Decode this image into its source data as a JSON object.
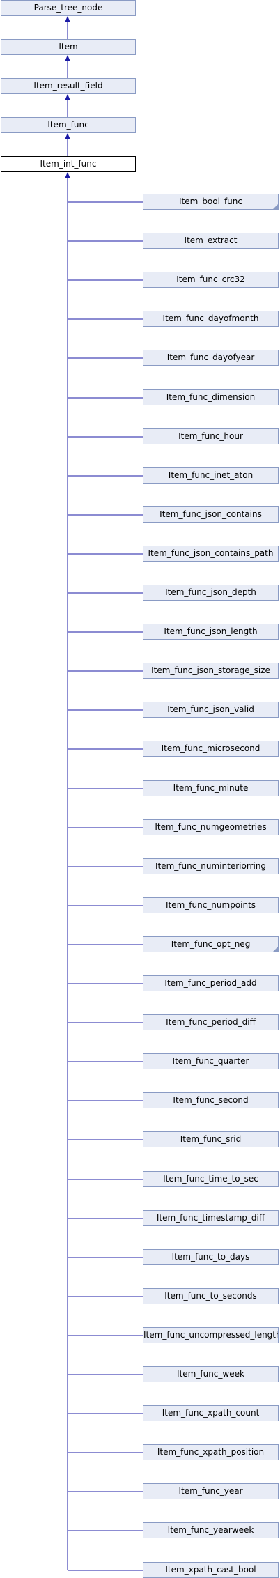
{
  "ancestors": [
    "Parse_tree_node",
    "Item",
    "Item_result_field",
    "Item_func"
  ],
  "focus": "Item_int_func",
  "children": [
    {
      "name": "Item_bool_func",
      "has_more": true
    },
    {
      "name": "Item_extract",
      "has_more": false
    },
    {
      "name": "Item_func_crc32",
      "has_more": false
    },
    {
      "name": "Item_func_dayofmonth",
      "has_more": false
    },
    {
      "name": "Item_func_dayofyear",
      "has_more": false
    },
    {
      "name": "Item_func_dimension",
      "has_more": false
    },
    {
      "name": "Item_func_hour",
      "has_more": false
    },
    {
      "name": "Item_func_inet_aton",
      "has_more": false
    },
    {
      "name": "Item_func_json_contains",
      "has_more": false
    },
    {
      "name": "Item_func_json_contains_path",
      "has_more": false
    },
    {
      "name": "Item_func_json_depth",
      "has_more": false
    },
    {
      "name": "Item_func_json_length",
      "has_more": false
    },
    {
      "name": "Item_func_json_storage_size",
      "has_more": false
    },
    {
      "name": "Item_func_json_valid",
      "has_more": false
    },
    {
      "name": "Item_func_microsecond",
      "has_more": false
    },
    {
      "name": "Item_func_minute",
      "has_more": false
    },
    {
      "name": "Item_func_numgeometries",
      "has_more": false
    },
    {
      "name": "Item_func_numinteriorring",
      "has_more": false
    },
    {
      "name": "Item_func_numpoints",
      "has_more": false
    },
    {
      "name": "Item_func_opt_neg",
      "has_more": true
    },
    {
      "name": "Item_func_period_add",
      "has_more": false
    },
    {
      "name": "Item_func_period_diff",
      "has_more": false
    },
    {
      "name": "Item_func_quarter",
      "has_more": false
    },
    {
      "name": "Item_func_second",
      "has_more": false
    },
    {
      "name": "Item_func_srid",
      "has_more": false
    },
    {
      "name": "Item_func_time_to_sec",
      "has_more": false
    },
    {
      "name": "Item_func_timestamp_diff",
      "has_more": false
    },
    {
      "name": "Item_func_to_days",
      "has_more": false
    },
    {
      "name": "Item_func_to_seconds",
      "has_more": false
    },
    {
      "name": "Item_func_uncompressed_length",
      "has_more": false
    },
    {
      "name": "Item_func_week",
      "has_more": false
    },
    {
      "name": "Item_func_xpath_count",
      "has_more": false
    },
    {
      "name": "Item_func_xpath_position",
      "has_more": false
    },
    {
      "name": "Item_func_year",
      "has_more": false
    },
    {
      "name": "Item_func_yearweek",
      "has_more": false
    },
    {
      "name": "Item_xpath_cast_bool",
      "has_more": false
    }
  ],
  "colors": {
    "node_fill": "#e8ecf6",
    "node_border": "#8a9bc4",
    "edge": "#1a1aa6",
    "focus_border": "#000000"
  }
}
